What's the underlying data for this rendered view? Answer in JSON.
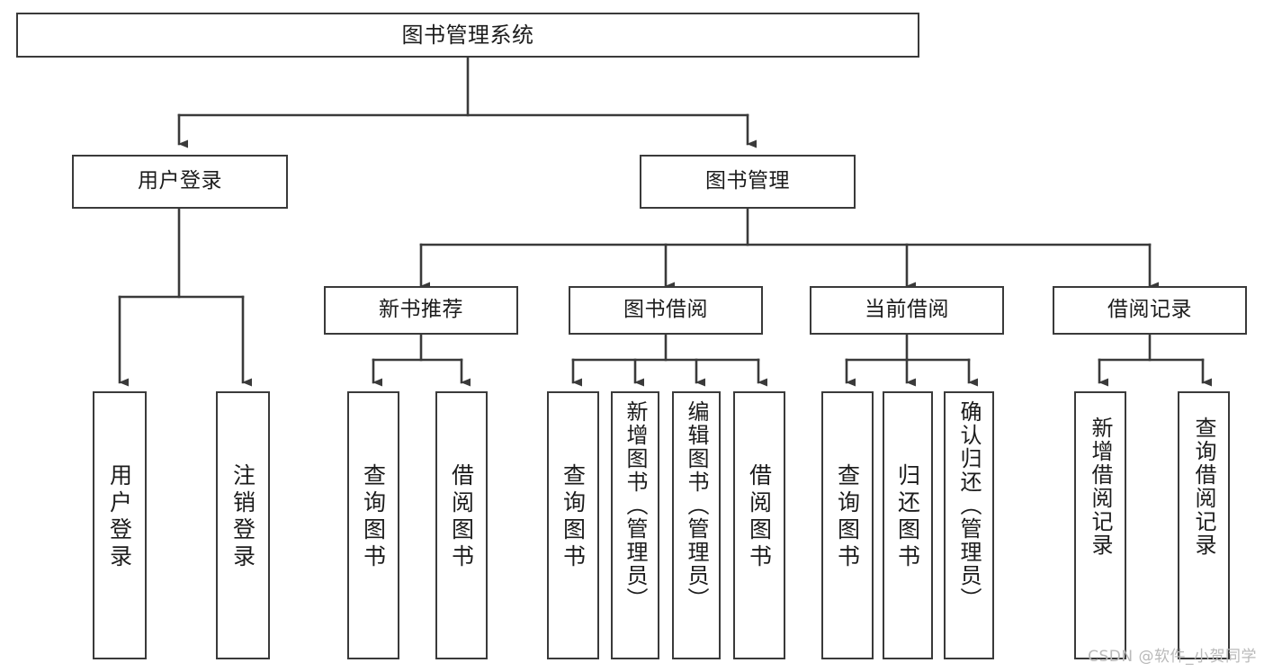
{
  "diagram": {
    "type": "tree-hierarchy",
    "title": "图书管理系统",
    "orientation": "top-down",
    "colors": {
      "stroke": "#3a3a3a",
      "fill": "#ffffff",
      "text": "#1c1c1c",
      "watermark": "#b9b9b9"
    },
    "nodes": {
      "root": {
        "label": "图书管理系统",
        "level": 0
      },
      "level1": [
        {
          "id": "user-login",
          "label": "用户登录"
        },
        {
          "id": "book-manage",
          "label": "图书管理"
        }
      ],
      "level2": [
        {
          "id": "new-book-recommend",
          "label": "新书推荐",
          "parent": "book-manage"
        },
        {
          "id": "book-borrow",
          "label": "图书借阅",
          "parent": "book-manage"
        },
        {
          "id": "current-borrow",
          "label": "当前借阅",
          "parent": "book-manage"
        },
        {
          "id": "borrow-record",
          "label": "借阅记录",
          "parent": "book-manage"
        }
      ],
      "leaves": [
        {
          "id": "leaf-user-login",
          "label": "用户登录",
          "parent": "user-login"
        },
        {
          "id": "leaf-logout-login",
          "label": "注销登录",
          "parent": "user-login"
        },
        {
          "id": "leaf-query-book-1",
          "label": "查询图书",
          "parent": "new-book-recommend"
        },
        {
          "id": "leaf-borrow-book-1",
          "label": "借阅图书",
          "parent": "new-book-recommend"
        },
        {
          "id": "leaf-query-book-2",
          "label": "查询图书",
          "parent": "book-borrow"
        },
        {
          "id": "leaf-add-book",
          "label": "新增图书（管理员）",
          "parent": "book-borrow"
        },
        {
          "id": "leaf-edit-book",
          "label": "编辑图书（管理员）",
          "parent": "book-borrow"
        },
        {
          "id": "leaf-borrow-book-2",
          "label": "借阅图书",
          "parent": "book-borrow"
        },
        {
          "id": "leaf-query-book-3",
          "label": "查询图书",
          "parent": "current-borrow"
        },
        {
          "id": "leaf-return-book",
          "label": "归还图书",
          "parent": "current-borrow"
        },
        {
          "id": "leaf-confirm-return",
          "label": "确认归还（管理员）",
          "parent": "current-borrow"
        },
        {
          "id": "leaf-add-record",
          "label": "新增借阅记录",
          "parent": "borrow-record"
        },
        {
          "id": "leaf-query-record",
          "label": "查询借阅记录",
          "parent": "borrow-record"
        }
      ]
    }
  },
  "watermark": {
    "text": "CSDN @软件_小贺同学"
  }
}
